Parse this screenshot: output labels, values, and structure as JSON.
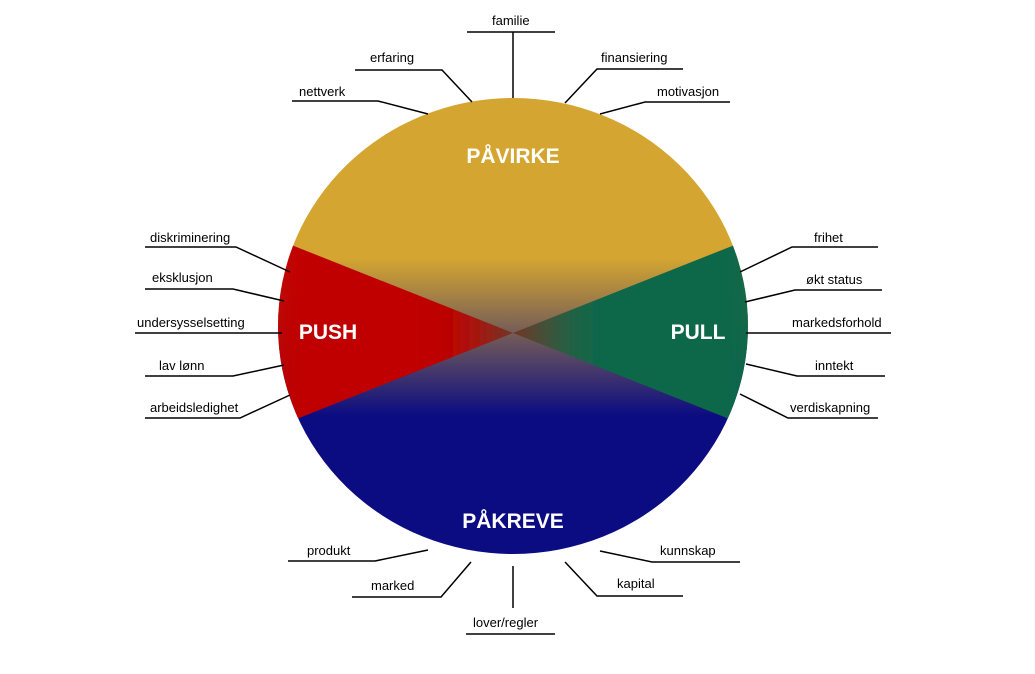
{
  "segments": {
    "top": "PÅVIRKE",
    "left": "PUSH",
    "right": "PULL",
    "bottom": "PÅKREVE"
  },
  "labels": {
    "top": [
      "familie",
      "erfaring",
      "finansiering",
      "nettverk",
      "motivasjon"
    ],
    "left": [
      "diskriminering",
      "eksklusjon",
      "undersysselsetting",
      "lav lønn",
      "arbeidsledighet"
    ],
    "right": [
      "frihet",
      "økt status",
      "markedsforhold",
      "inntekt",
      "verdiskapning"
    ],
    "bottom": [
      "produkt",
      "kunnskap",
      "marked",
      "kapital",
      "lover/regler"
    ]
  },
  "colors": {
    "top": "#D4A531",
    "left": "#C00000",
    "right": "#116749",
    "bottom": "#0B0C82"
  }
}
